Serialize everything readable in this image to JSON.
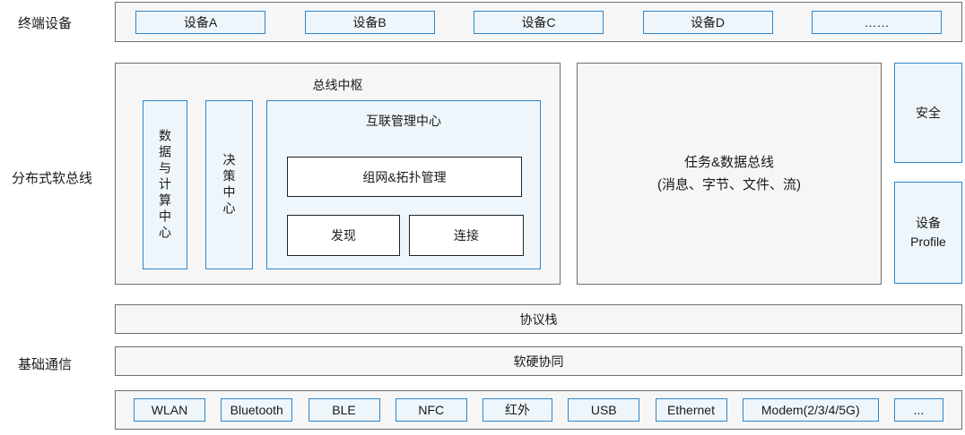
{
  "labels": {
    "terminal_devices": "终端设备",
    "distributed_softbus": "分布式软总线",
    "basic_communication": "基础通信"
  },
  "terminal_devices": [
    "设备A",
    "设备B",
    "设备C",
    "设备D",
    "……"
  ],
  "softbus": {
    "hub": {
      "title": "总线中枢",
      "data_compute_center": "数据与计算中心",
      "decision_center": "决策中心",
      "interconnect": {
        "title": "互联管理中心",
        "networking_topology": "组网&拓扑管理",
        "discovery": "发现",
        "connection": "连接"
      }
    },
    "task_data_bus": {
      "line1": "任务&数据总线",
      "line2": "(消息、字节、文件、流)"
    },
    "security": "安全",
    "device_profile": {
      "line1": "设备",
      "line2": "Profile"
    }
  },
  "protocol_stack": "协议栈",
  "hw_sw_collaboration": "软硬协同",
  "comm_protocols": [
    "WLAN",
    "Bluetooth",
    "BLE",
    "NFC",
    "红外",
    "USB",
    "Ethernet",
    "Modem(2/3/4/5G)",
    "..."
  ],
  "colors": {
    "accent_blue_border": "#2e86c9",
    "pale_blue_fill": "#eef6fc",
    "panel_fill": "#f6f6f7",
    "panel_border": "#6f6f6f",
    "inner_box_border": "#222222",
    "text": "#1a1a1a"
  }
}
